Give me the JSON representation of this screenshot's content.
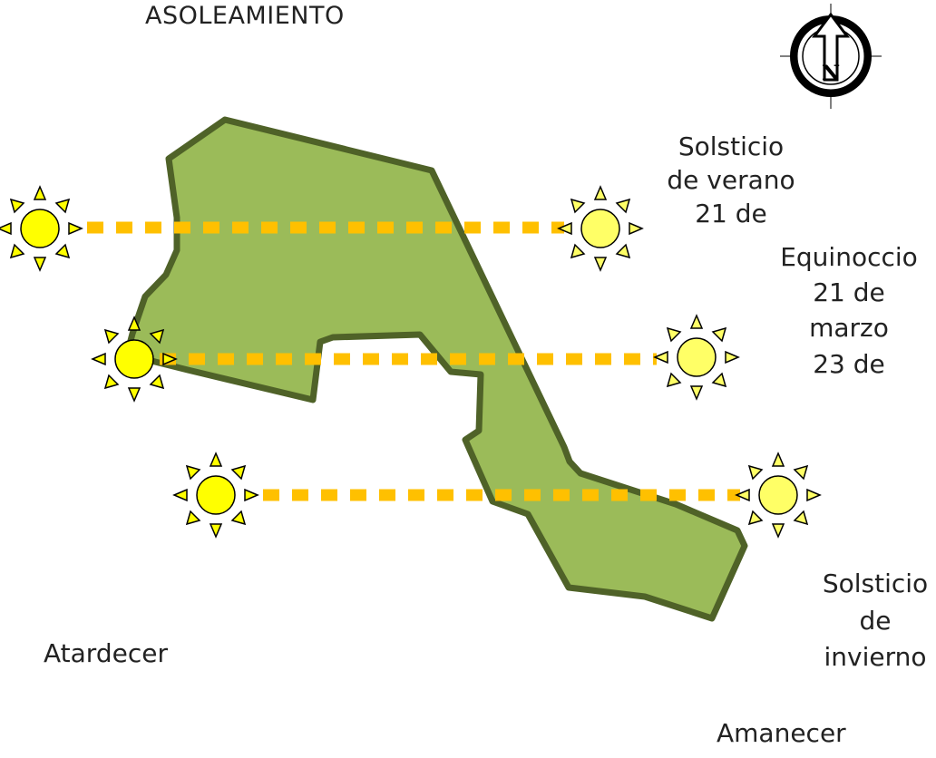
{
  "title": "ASOLEAMIENTO",
  "labels": {
    "summer_solstice": [
      "Solsticio",
      "de verano",
      "21 de"
    ],
    "equinox": [
      "Equinoccio",
      "21 de",
      "marzo",
      "23 de"
    ],
    "winter_solstice": [
      "Solsticio",
      "de",
      "invierno"
    ],
    "sunset": "Atardecer",
    "sunrise": "Amanecer"
  },
  "compass": {
    "letter": "N",
    "icon": "north-arrow-icon"
  },
  "colors": {
    "site_fill": "#9bbb59",
    "site_outline": "#4f6228",
    "sun_path": "#ffc000",
    "sun_face": "#ffff00",
    "sun_outline": "#000000"
  }
}
